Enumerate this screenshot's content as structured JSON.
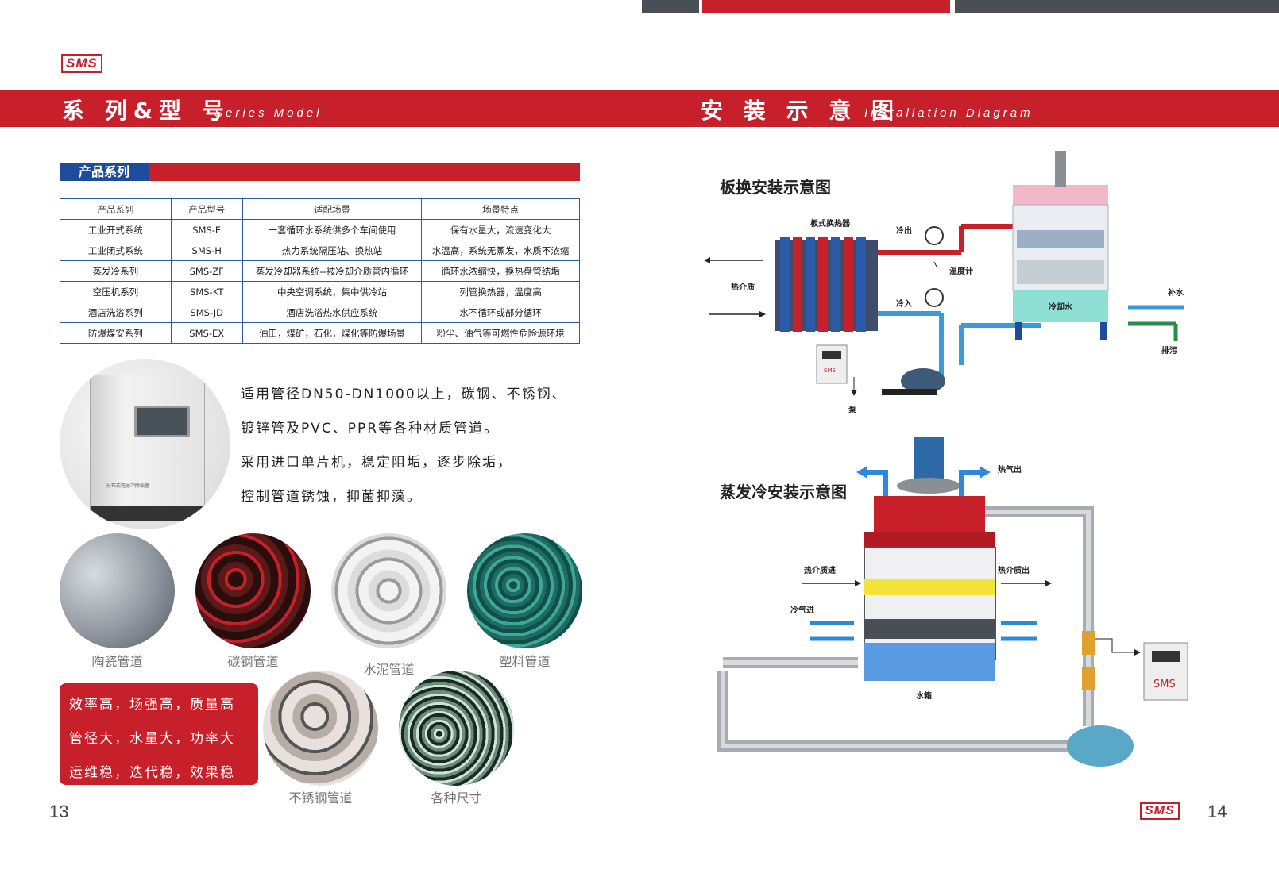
{
  "brand": "SMS",
  "left": {
    "section_title": "系 列&型 号",
    "section_sub": "Series Model",
    "series_tag": "产品系列",
    "table": {
      "headers": [
        "产品系列",
        "产品型号",
        "适配场景",
        "场景特点"
      ],
      "rows": [
        [
          "工业开式系统",
          "SMS-E",
          "一套循环水系统供多个车间使用",
          "保有水量大，流速变化大"
        ],
        [
          "工业闭式系统",
          "SMS-H",
          "热力系统隔压站、换热站",
          "水温高，系统无蒸发，水质不浓缩"
        ],
        [
          "蒸发冷系列",
          "SMS-ZF",
          "蒸发冷却器系统--被冷却介质管内循环",
          "循环水浓缩快，换热盘管结垢"
        ],
        [
          "空压机系列",
          "SMS-KT",
          "中央空调系统，集中供冷站",
          "列管换热器，温度高"
        ],
        [
          "酒店洗浴系列",
          "SMS-JD",
          "酒店洗浴热水供应系统",
          "水不循环或部分循环"
        ],
        [
          "防爆煤安系列",
          "SMS-EX",
          "油田，煤矿，石化，煤化等防爆场景",
          "粉尘、油气等可燃性危险源环境"
        ]
      ]
    },
    "device_caption": "分布式电脉冲除垢器",
    "features": [
      "适用管径DN50-DN1000以上，碳钢、不锈钢、",
      "镀锌管及PVC、PPR等各种材质管道。",
      "采用进口单片机，稳定阻垢，逐步除垢，",
      "控制管道锈蚀，抑菌抑藻。"
    ],
    "pipes": [
      "陶瓷管道",
      "碳钢管道",
      "水泥管道",
      "塑料管道",
      "不锈钢管道",
      "各种尺寸"
    ],
    "highlights": [
      "效率高，场强高，质量高",
      "管径大，水量大，功率大",
      "运维稳，迭代稳，效果稳"
    ],
    "page_no": "13"
  },
  "right": {
    "section_title": "安 装 示 意 图",
    "section_sub": "Installation Diagram",
    "diagram1": {
      "title": "板换安装示意图",
      "labels": {
        "plate": "板式换热器",
        "cold_out": "冷出",
        "temp": "温度计",
        "hot_medium": "热介质",
        "cold_in": "冷入",
        "makeup": "补水",
        "cooling_water": "冷却水",
        "drain": "排污",
        "pump": "泵",
        "device": "SMS"
      }
    },
    "diagram2": {
      "title": "蒸发冷安装示意图",
      "labels": {
        "hot_air_out": "热气出",
        "medium_in": "热介质进",
        "medium_out": "热介质出",
        "cold_air_in": "冷气进",
        "tank": "水箱",
        "device": "SMS"
      }
    },
    "page_no": "14"
  },
  "colors": {
    "brand_red": "#c8202a",
    "brand_blue": "#1e4c9c",
    "dark_gray": "#4a4f55"
  }
}
